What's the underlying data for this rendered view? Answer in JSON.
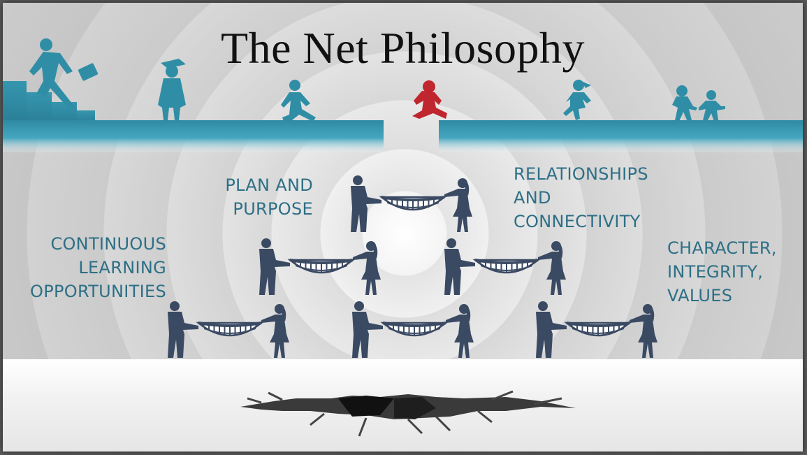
{
  "title": "The Net Philosophy",
  "labels": {
    "continuous": [
      "CONTINUOUS",
      "LEARNING",
      "OPPORTUNITIES"
    ],
    "plan": [
      "PLAN AND",
      "PURPOSE"
    ],
    "relationships": [
      "RELATIONSHIPS",
      "AND",
      "CONNECTIVITY"
    ],
    "character": [
      "CHARACTER,",
      "INTEGRITY,",
      "VALUES"
    ]
  },
  "colors": {
    "ledge": "#3e9bb3",
    "ledge_dark": "#2b7f97",
    "silhouette_teal": "#2f8ea6",
    "silhouette_red": "#c0262d",
    "net_people": "#3b4a63",
    "label_text": "#2d6f86"
  }
}
